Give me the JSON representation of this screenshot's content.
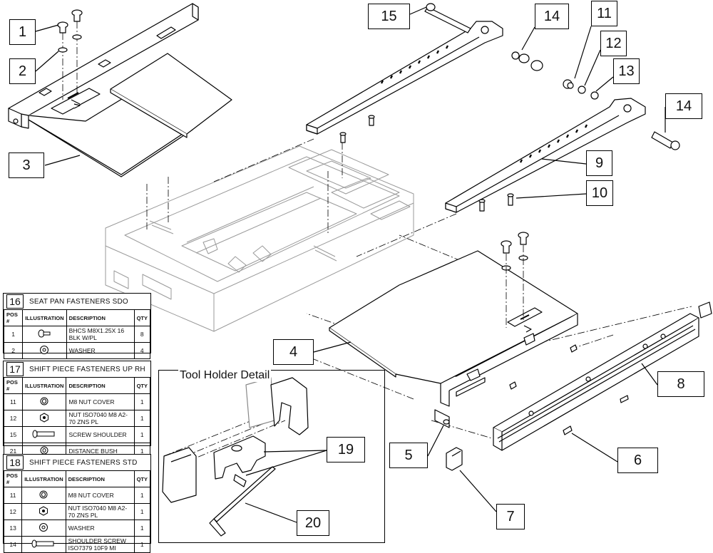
{
  "callouts": [
    {
      "label": "1"
    },
    {
      "label": "2"
    },
    {
      "label": "3"
    },
    {
      "label": "4"
    },
    {
      "label": "5"
    },
    {
      "label": "6"
    },
    {
      "label": "7"
    },
    {
      "label": "8"
    },
    {
      "label": "9"
    },
    {
      "label": "10"
    },
    {
      "label": "11"
    },
    {
      "label": "12"
    },
    {
      "label": "13"
    },
    {
      "label": "14"
    },
    {
      "label": "14"
    },
    {
      "label": "15"
    },
    {
      "label": "19"
    },
    {
      "label": "20"
    }
  ],
  "detail": {
    "title": "Tool Holder Detail"
  },
  "tables": [
    {
      "number": "16",
      "title": "SEAT PAN FASTENERS SDO",
      "headers": [
        "POS #",
        "ILLUSTRATION",
        "DESCRIPTION",
        "QTY"
      ],
      "rows": [
        {
          "pos": "1",
          "icon": "bolt-icon",
          "desc": "BHCS M8X1.25X 16 BLK W/PL",
          "qty": "8"
        },
        {
          "pos": "2",
          "icon": "washer-icon",
          "desc": "WASHER",
          "qty": "4"
        }
      ]
    },
    {
      "number": "17",
      "title": "SHIFT PIECE FASTENERS UP RH",
      "headers": [
        "POS #",
        "ILLUSTRATION",
        "DESCRIPTION",
        "QTY"
      ],
      "rows": [
        {
          "pos": "11",
          "icon": "nut-cover-icon",
          "desc": "M8 NUT COVER",
          "qty": "1"
        },
        {
          "pos": "12",
          "icon": "nut-icon",
          "desc": "NUT ISO7040 M8 A2-70 ZNS PL",
          "qty": "1"
        },
        {
          "pos": "15",
          "icon": "screw-icon",
          "desc": "SCREW SHOULDER",
          "qty": "1"
        },
        {
          "pos": "21",
          "icon": "bush-icon",
          "desc": "DISTANCE BUSH",
          "qty": "1"
        }
      ]
    },
    {
      "number": "18",
      "title": "SHIFT PIECE FASTENERS STD",
      "headers": [
        "POS #",
        "ILLUSTRATION",
        "DESCRIPTION",
        "QTY"
      ],
      "rows": [
        {
          "pos": "11",
          "icon": "nut-cover-icon",
          "desc": "M8 NUT COVER",
          "qty": "1"
        },
        {
          "pos": "12",
          "icon": "nut-icon",
          "desc": "NUT ISO7040 M8 A2-70 ZNS PL",
          "qty": "1"
        },
        {
          "pos": "13",
          "icon": "washer-icon",
          "desc": "WASHER",
          "qty": "1"
        },
        {
          "pos": "14",
          "icon": "screw-icon",
          "desc": "SHOULDER SCREW ISO7379 10F9 MI",
          "qty": "1"
        }
      ]
    }
  ]
}
